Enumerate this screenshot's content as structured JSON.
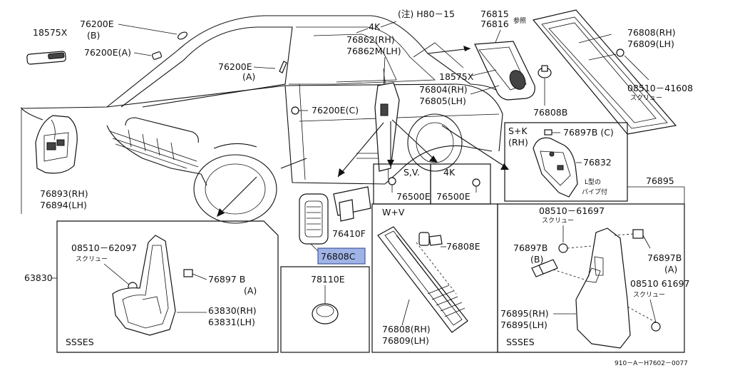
{
  "labels": {
    "p18575x_a": "18575X",
    "p76200e_b1": "76200E",
    "p76200e_b2": "(B)",
    "p76200e_a_top": "76200E(A)",
    "p76200e_mid1": "76200E",
    "p76200e_mid2": "(A)",
    "p76200e_c": "76200E(C)",
    "p4k_top": "4K",
    "note": "(注) H80－15",
    "p76862rh": "76862(RH)",
    "p76862mlh": "76862M(LH)",
    "p76815": "76815",
    "p76816": "76816",
    "ref": "参照",
    "p76808rh_top": "76808(RH)",
    "p76809lh_top": "76809(LH)",
    "p18575x_b": "18575X",
    "p76804rh": "76804(RH)",
    "p76805lh": "76805(LH)",
    "p08510_41608": "08510－41608",
    "screw_1": "スクリュー",
    "p76808b": "76808B",
    "p76893rh": "76893(RH)",
    "p76894lh": "76894(LH)",
    "sk_hdr1": "S+K",
    "sk_hdr2": "(RH)",
    "p76897c": "76897B (C)",
    "p76832": "76832",
    "ltype1": "L型の",
    "ltype2": "パイプ付",
    "p76895_top": "76895",
    "sv_hdr": "S,V.",
    "k4_hdr": "4K",
    "p76500e_a": "76500E",
    "p76500e_b": "76500E",
    "p76410f": "76410F",
    "p76808c": "76808C",
    "wv_hdr": "W+V",
    "p76808e": "76808E",
    "p08510_62097": "08510－62097",
    "screw_2": "スクリュー",
    "p76897b_l1": "76897 B",
    "p76897b_l2": "(A)",
    "p63830_side": "63830",
    "p63830rh": "63830(RH)",
    "p63831lh": "63831(LH)",
    "ssses_l": "SSSES",
    "p78110e": "78110E",
    "p76808rh_bot": "76808(RH)",
    "p76809lh_bot": "76809(LH)",
    "p08510_61697_top": "08510－61697",
    "screw_3": "スクリュー",
    "p76897b_r_b1": "76897B",
    "p76897b_r_b2": "(B)",
    "p76897b_r_a1": "76897B",
    "p76897b_r_a2": "(A)",
    "p08510_61697_bot": "08510 61697",
    "screw_4": "スクリュー",
    "p76895rh": "76895(RH)",
    "p76896lh": "76895(LH)",
    "ssses_r": "SSSES",
    "drawing_no": "910－A－H7602－0077"
  },
  "colors": {
    "highlight": "#9fb3e6",
    "ink": "#111111"
  }
}
